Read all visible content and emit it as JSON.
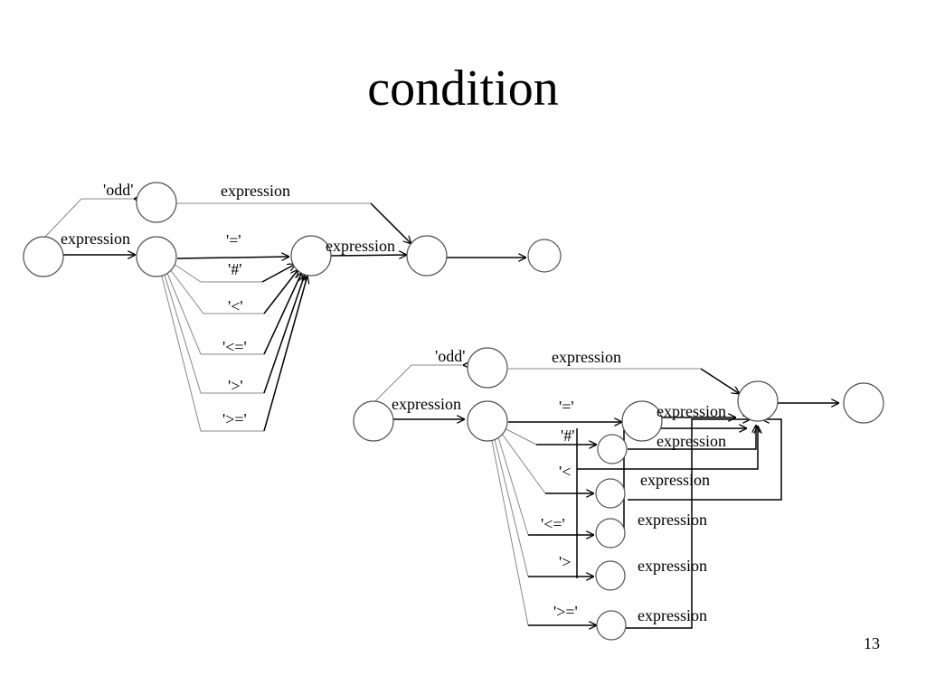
{
  "slide": {
    "title": "condition",
    "page_number": "13"
  },
  "diagram_1": {
    "labels": {
      "odd": "'odd'",
      "expr_odd": "expression",
      "expr_left": "expression",
      "eq": "'='",
      "ne": "'#'",
      "lt": "'<'",
      "le": "'<='",
      "gt": "'>'",
      "ge": "'>='",
      "expr_right": "expression"
    }
  },
  "diagram_2": {
    "labels": {
      "odd": "'odd'",
      "expr_odd": "expression",
      "expr_left": "expression",
      "eq": "'='",
      "ne": "'#'",
      "lt": "'<",
      "le": "'<='",
      "gt": "'>",
      "ge": "'>='",
      "expr_eq": "expression",
      "expr_ne": "expression",
      "expr_lt": "expression",
      "expr_le": "expression",
      "expr_gt": "expression",
      "expr_ge": "expression"
    }
  }
}
